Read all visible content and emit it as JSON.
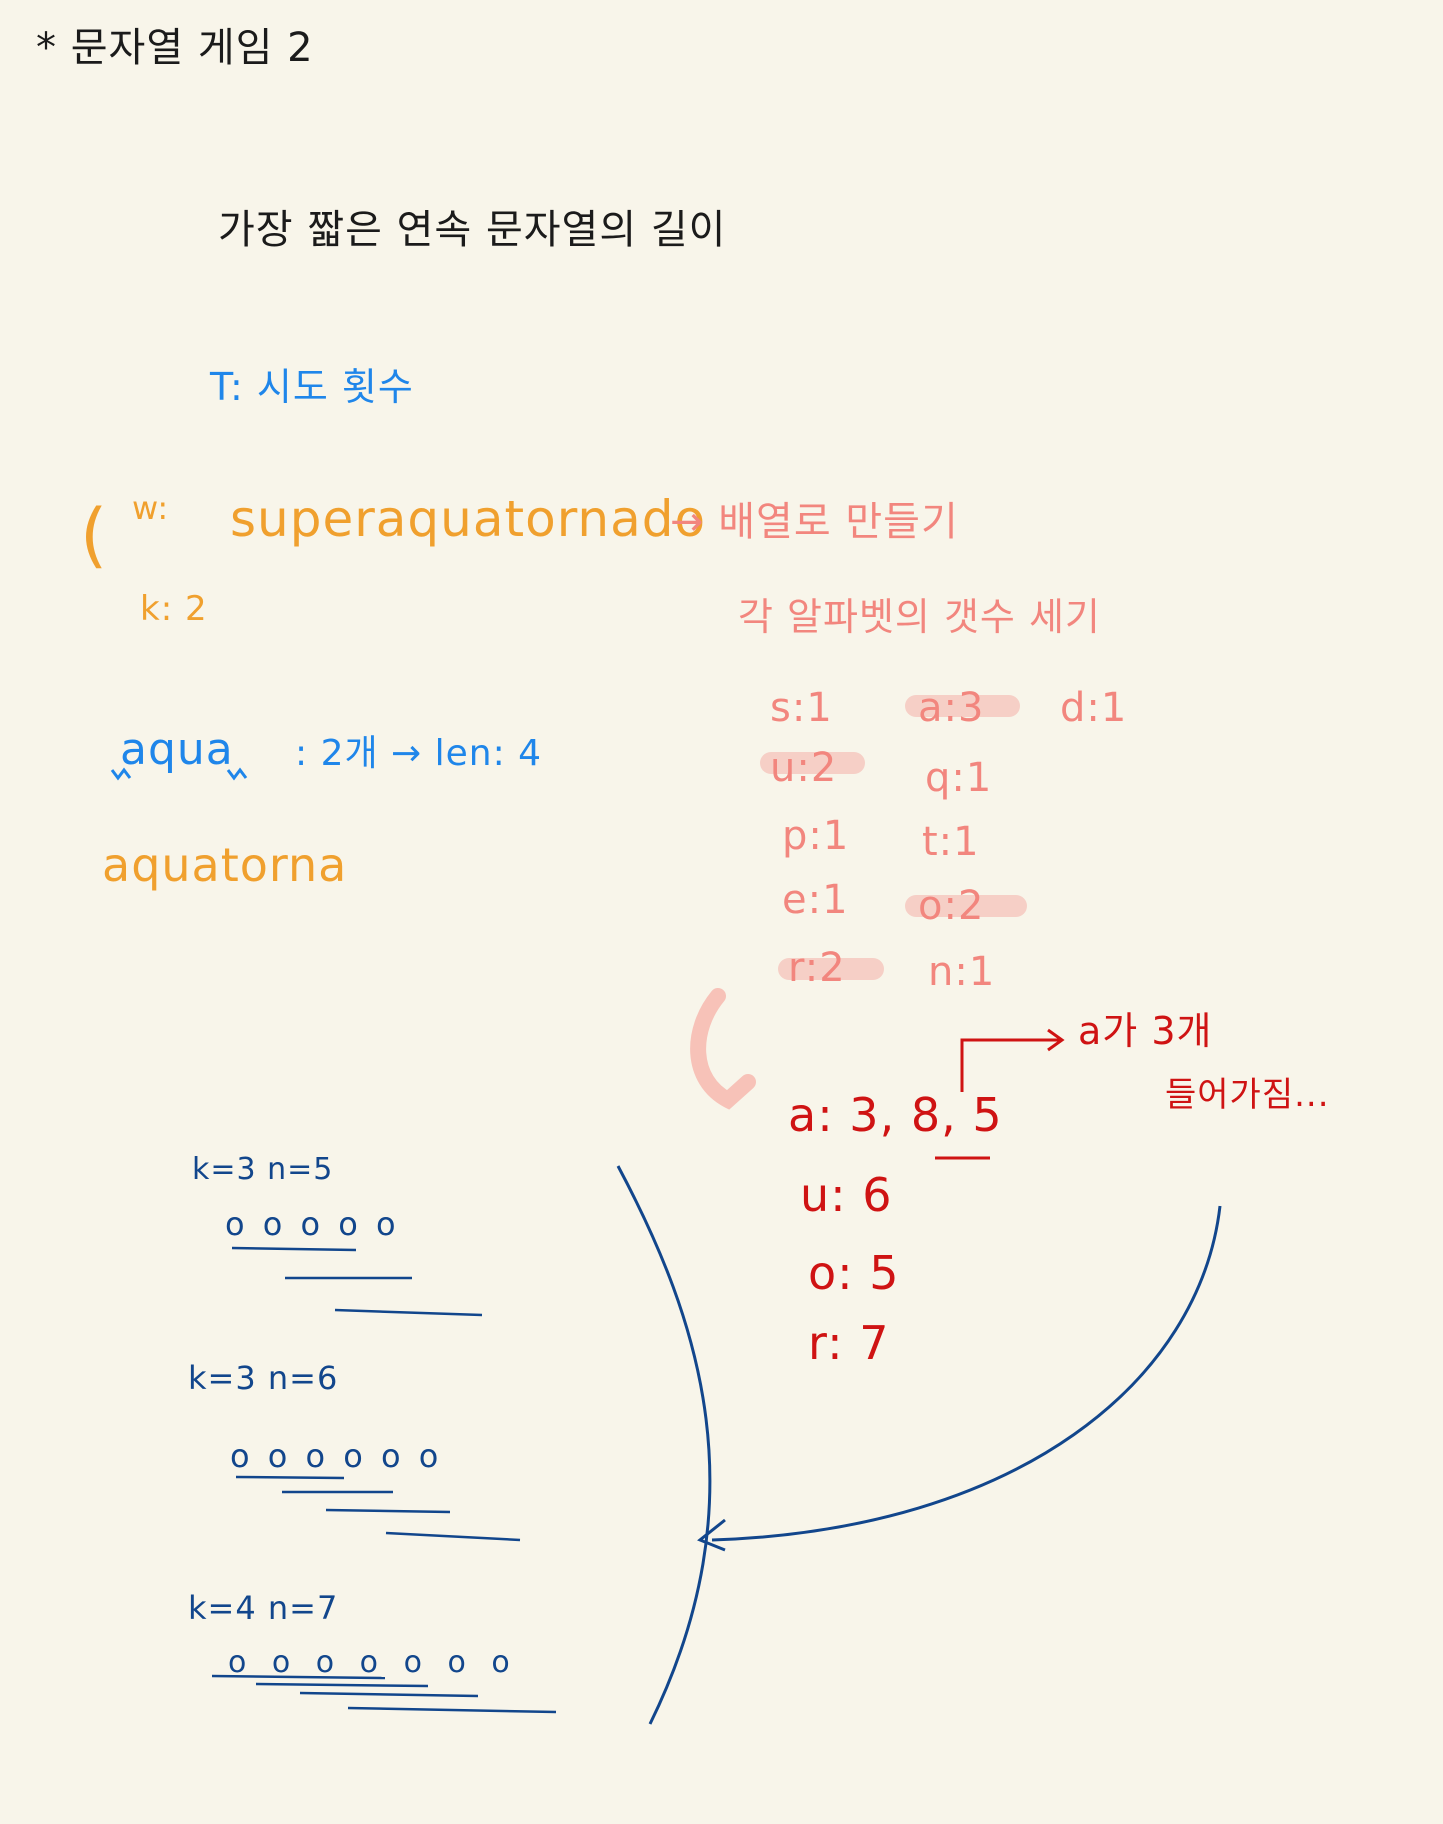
{
  "header": {
    "title": "* 문자열 게임 2"
  },
  "subtitle": "가장 짧은 연속 문자열의 길이",
  "input_desc": {
    "t_line": "T:  시도  횟수"
  },
  "input": {
    "w_label": "w:",
    "w_value": "superaquatornado",
    "k_label": "k: 2"
  },
  "notes": {
    "to_array": "→ 배열로 만들기",
    "count_title": "각 알파벳의 갯수 세기"
  },
  "counts_left": [
    "s:1",
    "u:2",
    "p:1",
    "e:1",
    "r:2"
  ],
  "counts_mid": [
    "a:3",
    "q:1",
    "t:1",
    "o:2",
    "n:1"
  ],
  "counts_right": [
    "d:1"
  ],
  "example": {
    "word": "aqua",
    "detail": ": 2개 → len: 4",
    "word2": "aquatorna"
  },
  "positions": {
    "a": "a: 3, 8, 5",
    "u": "u: 6",
    "o": "o: 5",
    "r": "r: 7",
    "note_line1": "a가 3개",
    "note_line2": "들어가짐..."
  },
  "windows": [
    {
      "label": "k=3   n=5",
      "circles": "o  o  o  o  o"
    },
    {
      "label": "k=3   n=6",
      "circles": "o  o  o  o  o  o"
    },
    {
      "label": "k=4   n=7",
      "circles": "o  o  o  o  o  o  o"
    }
  ],
  "colors": {
    "background": "#f8f5ea",
    "black_ink": "#1b1b1b",
    "blue_ink": "#1f86ea",
    "orange_ink": "#f0a02e",
    "pink_ink": "#f2867e",
    "red_ink": "#cf1313",
    "navy_ink": "#12468c",
    "highlight": "#f6cfc6"
  }
}
